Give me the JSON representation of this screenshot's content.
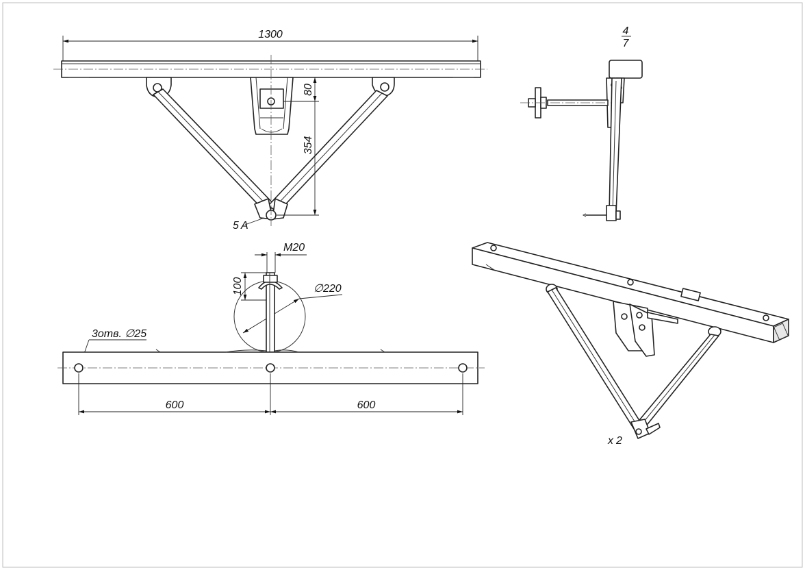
{
  "dimensions": {
    "overall_length": "1300",
    "bracket_height": "80",
    "brace_height": "354",
    "bolt_thread": "M20",
    "bolt_length": "100",
    "pipe_diameter": "∅220",
    "holes": "3отв. ∅25",
    "spacing_left": "600",
    "spacing_right": "600"
  },
  "labels": {
    "view_a": "A",
    "section_top": "4",
    "section_bottom": "7",
    "iso_mark": "2"
  }
}
